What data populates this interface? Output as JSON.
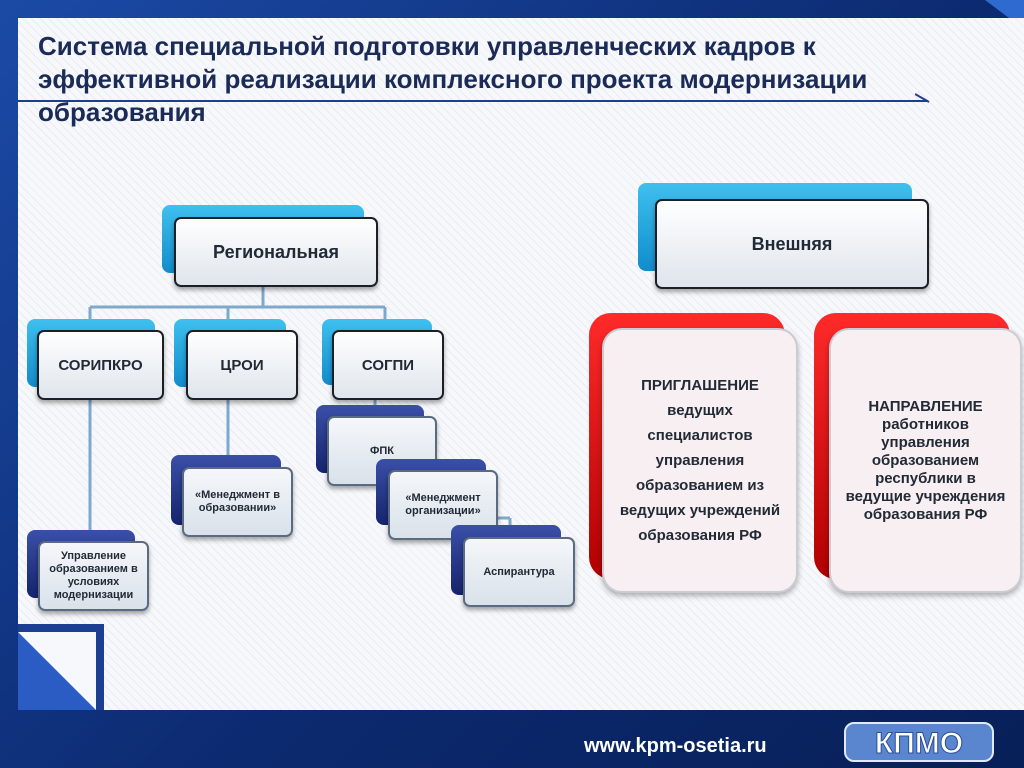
{
  "slide": {
    "title": "Система специальной подготовки управленческих кадров к эффективной реализации комплексного проекта модернизации образования"
  },
  "diagram": {
    "regional": {
      "label": "Региональная",
      "children": {
        "soripkro": "СОРИПКРО",
        "croi": "ЦРОИ",
        "sogpi": "СОГПИ"
      },
      "soripkro_program": "Управление образованием в условиях модернизации",
      "croi_program": "«Менеджмент в образовании»",
      "sogpi_programs": {
        "fpk": "ФПК",
        "management": "«Менеджмент организации»",
        "aspirantura": "Аспирантура"
      }
    },
    "external": {
      "label": "Внешняя",
      "invitation": "ПРИГЛАШЕНИЕ ведущих специалистов управления образованием из ведущих учреждений образования РФ",
      "direction": "НАПРАВЛЕНИЕ работников управления образованием республики в ведущие учреждения образования РФ"
    }
  },
  "footer": {
    "url": "www.kpm-osetia.ru",
    "logo_text": "КПМО"
  },
  "colors": {
    "accent_cyan": "#1ea7e1",
    "accent_navy": "#1b2a7a",
    "accent_red": "#e00000",
    "slide_blue": "#12357f"
  }
}
